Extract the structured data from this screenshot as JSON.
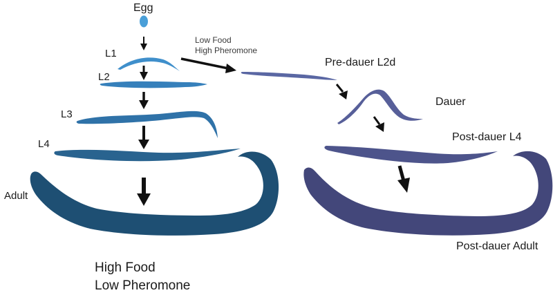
{
  "labels": {
    "egg": "Egg",
    "l1": "L1",
    "l2": "L2",
    "l3": "L3",
    "l4": "L4",
    "adult": "Adult",
    "low_food": "Low Food",
    "high_pheromone": "High Pheromone",
    "pre_dauer": "Pre-dauer L2d",
    "dauer": "Dauer",
    "post_dauer_l4": "Post-dauer L4",
    "post_dauer_adult": "Post-dauer Adult",
    "high_food": "High Food",
    "low_pheromone": "Low Pheromone"
  },
  "colors": {
    "egg": "#4a9fd8",
    "l1": "#3f8fcb",
    "l2": "#3680bb",
    "l3": "#2f72a8",
    "l4": "#29638f",
    "adult": "#1e4f73",
    "pre_dauer": "#5a67a3",
    "dauer": "#575f99",
    "post_l4": "#4d548b",
    "post_adult": "#43477a",
    "arrow": "#111111"
  }
}
